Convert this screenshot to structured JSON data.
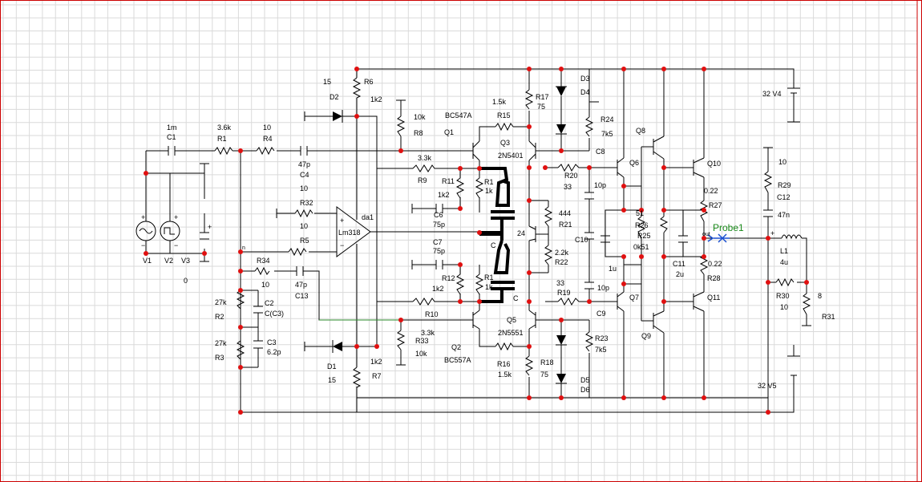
{
  "schematic": {
    "probe": "Probe1",
    "probe_out": "out",
    "labels": {
      "C1": "C1",
      "C1_val": "1m",
      "R1": "R1",
      "R1_val": "3.6k",
      "R4": "R4",
      "R4_val": "10",
      "C4": "C4",
      "C4_val": "47p",
      "R32": "R32",
      "R32_val": "10",
      "R32_top": "10",
      "R5": "R5",
      "R5_val": "10",
      "R34": "R34",
      "R34_val": "10",
      "C13": "C13",
      "C13_val": "47p",
      "R2": "R2",
      "R2_val": "27k",
      "R3": "R3",
      "R3_val": "27k",
      "C2": "C2",
      "C2_val": "C(C3)",
      "C3": "C3",
      "C3_val": "6.2p",
      "V1": "V1",
      "V2": "V2",
      "V3": "V3",
      "V3_val": "0",
      "n": "n",
      "D2": "D2",
      "D2_val": "15",
      "D1": "D1",
      "D1_val": "15",
      "R6": "R6",
      "R6_val": "1k2",
      "R7": "R7",
      "R7_val": "1k2",
      "R8": "R8",
      "R8_val": "10k",
      "R33": "R33",
      "R33_val": "10k",
      "Q1": "Q1",
      "Q1_type": "BC547A",
      "Q2": "Q2",
      "Q2_type": "BC557A",
      "R9": "R9",
      "R9_val": "3.3k",
      "R10": "R10",
      "R10_val": "3.3k",
      "R11": "R11",
      "R11_val": "1k2",
      "R12": "R12",
      "R12_val": "1k2",
      "R13": "R1",
      "R13_val": "1k",
      "R14": "R1",
      "R14_val": "1k",
      "C6": "C6",
      "C6_val": "75p",
      "C7": "C7",
      "C7_val": "75p",
      "da1": "da1",
      "opamp": "Lm318",
      "R15": "R15",
      "R15_val": "1.5k",
      "R16": "R16",
      "R16_val": "1.5k",
      "R17": "R17",
      "R17_val": "75",
      "R18": "R18",
      "R18_val": "75",
      "Q3": "Q3",
      "Q3_type": "2N5401",
      "Q5": "Q5",
      "Q5_type": "2N5551",
      "D3": "D3",
      "D4": "D4",
      "D5": "D5",
      "D6": "D6",
      "R24": "R24",
      "R24_val": "7k5",
      "R23": "R23",
      "R23_val": "7k5",
      "C8": "C8",
      "C9": "C9",
      "R20": "R20",
      "R20_val": "33",
      "R19": "R19",
      "R19_val": "33",
      "R21": "R21",
      "R21_val": "444",
      "R22": "R22",
      "R22_val": "2.2k",
      "Q4": "24",
      "C10": "C10",
      "C10a": "10p",
      "C10b": "10p",
      "Q6": "Q6",
      "Q7": "Q7",
      "Q8": "Q8",
      "Q9": "Q9",
      "R26": "R26",
      "R26_val": "51",
      "R25": "R25",
      "R25_val": "0k51",
      "C_1u": "1u",
      "C11": "C11",
      "C11_val": "2u",
      "Q10": "Q10",
      "Q11": "Q11",
      "R27": "R27",
      "R27_val": "0.22",
      "R28": "R28",
      "R28_val": "0.22",
      "V4": "32 V4",
      "V5": "32 V5",
      "R29": "R29",
      "R29_val": "10",
      "C12": "C12",
      "C12_val": "47n",
      "L1": "L1",
      "L1_val": "4u",
      "R30": "R30",
      "R30_val": "10",
      "R31": "R31",
      "R31_val": "8",
      "lbl_c_a": "C",
      "lbl_c_b": "C"
    }
  }
}
